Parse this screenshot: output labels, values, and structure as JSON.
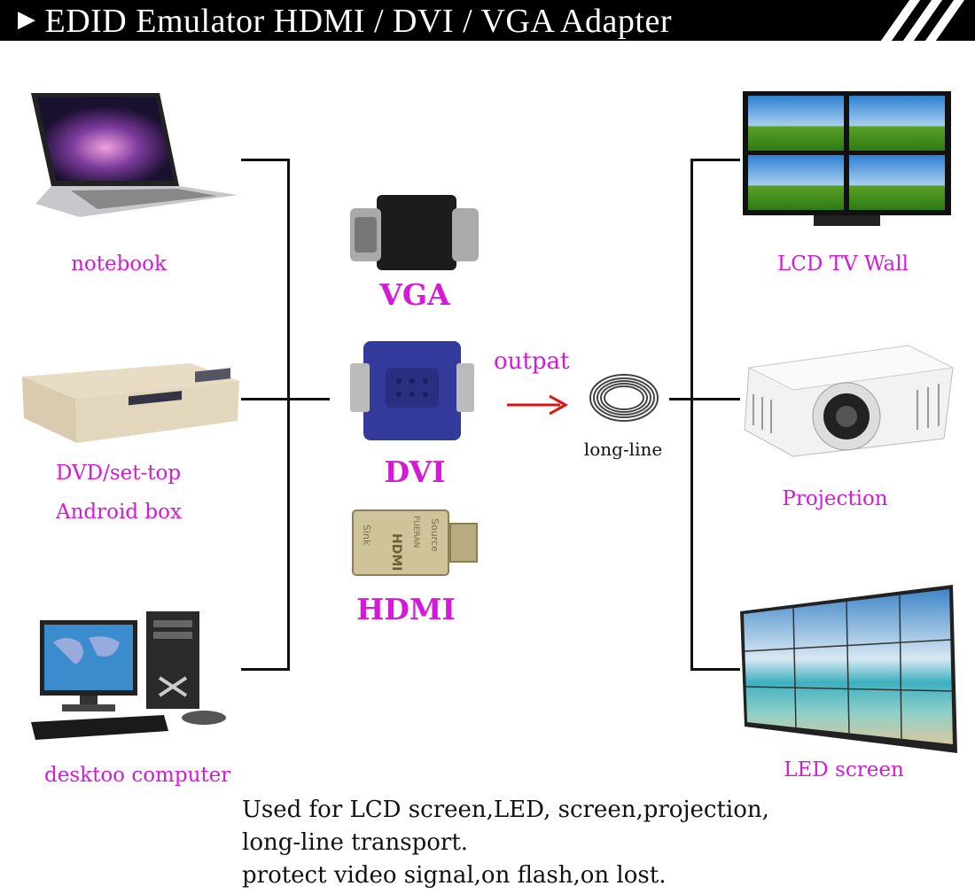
{
  "header": {
    "title": "EDID Emulator HDMI / DVI / VGA  Adapter",
    "icon": "triangle-right-icon"
  },
  "sources": [
    {
      "label": "notebook"
    },
    {
      "label": "DVD/set-top",
      "label2": "Android box"
    },
    {
      "label": "desktoo computer"
    }
  ],
  "adapters": [
    {
      "label": "VGA"
    },
    {
      "label": "DVI"
    },
    {
      "label": "HDMI",
      "printed": [
        "Source",
        "FUERAN",
        "HDMI",
        "Sink"
      ]
    }
  ],
  "output": {
    "label": "outpat",
    "cable_label": "long-line"
  },
  "displays": [
    {
      "label": "LCD TV Wall"
    },
    {
      "label": "Projection"
    },
    {
      "label": "LED screen"
    }
  ],
  "description": [
    "Used for LCD screen,LED,  screen,projection,",
    "long-line transport.",
    "protect video signal,on flash,on lost."
  ],
  "colors": {
    "label": "#d41ad8",
    "arrow": "#e01010",
    "header": "#000000"
  }
}
